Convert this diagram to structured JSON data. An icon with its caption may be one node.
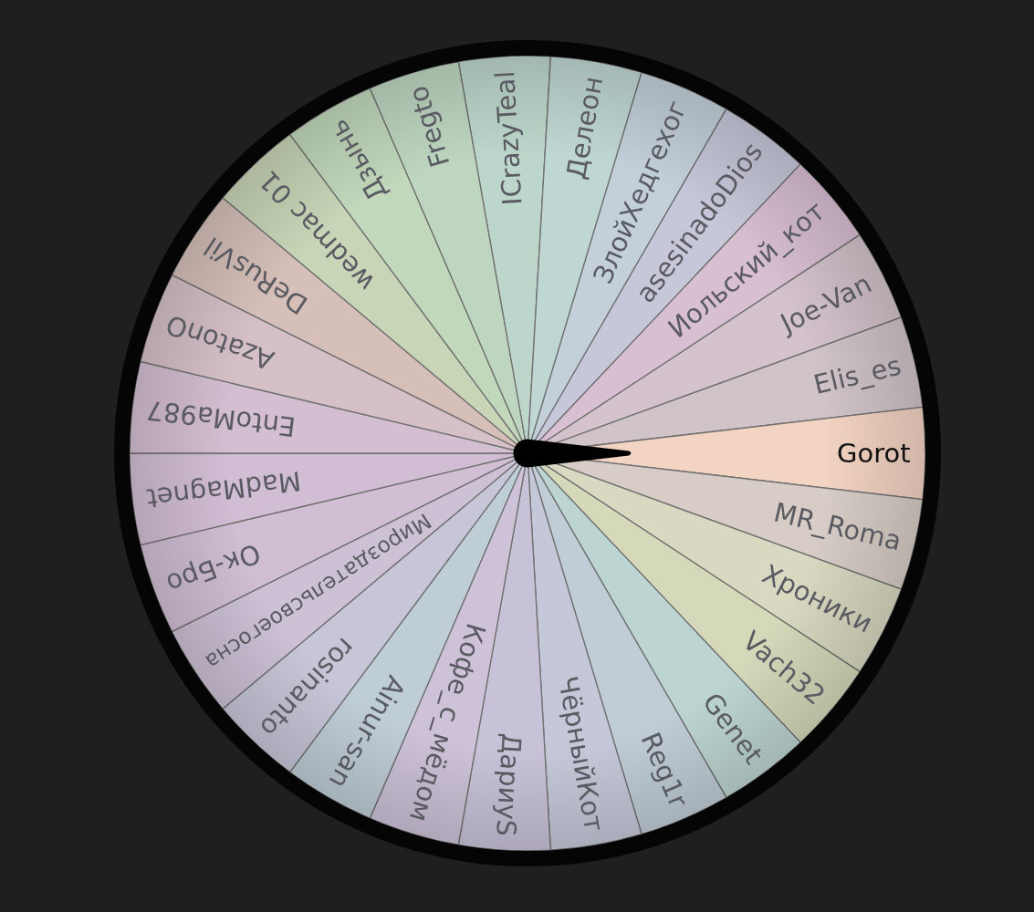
{
  "diagram": {
    "nodes": [
      {
        "text": [
          "ICrazyTeal"
        ]
      },
      {
        "text": [
          "Делеон"
        ]
      },
      {
        "text": [
          "ЗлойХедгехог"
        ]
      },
      {
        "text": [
          "asesinadoDios"
        ]
      },
      {
        "text": [
          "Иольский_кот"
        ]
      },
      {
        "text": [
          "Joe-Van"
        ]
      },
      {
        "text": [
          "Elis_es"
        ]
      },
      {
        "text": [
          "Gorot"
        ]
      },
      {
        "text": [
          "MR_Roma"
        ]
      },
      {
        "text": [
          "Хроники"
        ]
      },
      {
        "text": [
          "Vach32"
        ]
      },
      {
        "text": [
          "Genet"
        ]
      },
      {
        "text": [
          "Reg1r"
        ]
      },
      {
        "text": [
          "ЧёрныйКот"
        ]
      },
      {
        "text": [
          "ДариуS"
        ]
      },
      {
        "text": [
          "Кофе_с_мёдом"
        ]
      },
      {
        "text": [
          "Ainur-san"
        ]
      },
      {
        "text": [
          "rosinanto"
        ]
      },
      {
        "text": [
          "Мироздательсвоегосна"
        ]
      },
      {
        "text": [
          "Ок-Бро"
        ]
      },
      {
        "text": [
          "MadMagnet"
        ]
      },
      {
        "text": [
          "EntoMa987"
        ]
      },
      {
        "text": [
          "AzatonO"
        ]
      },
      {
        "text": [
          "DeRusVil"
        ]
      },
      {
        "text": [
          "wedmac 01"
        ]
      },
      {
        "text": [
          "Дзынь"
        ]
      },
      {
        "text": [
          "Fregto"
        ]
      }
    ]
  }
}
